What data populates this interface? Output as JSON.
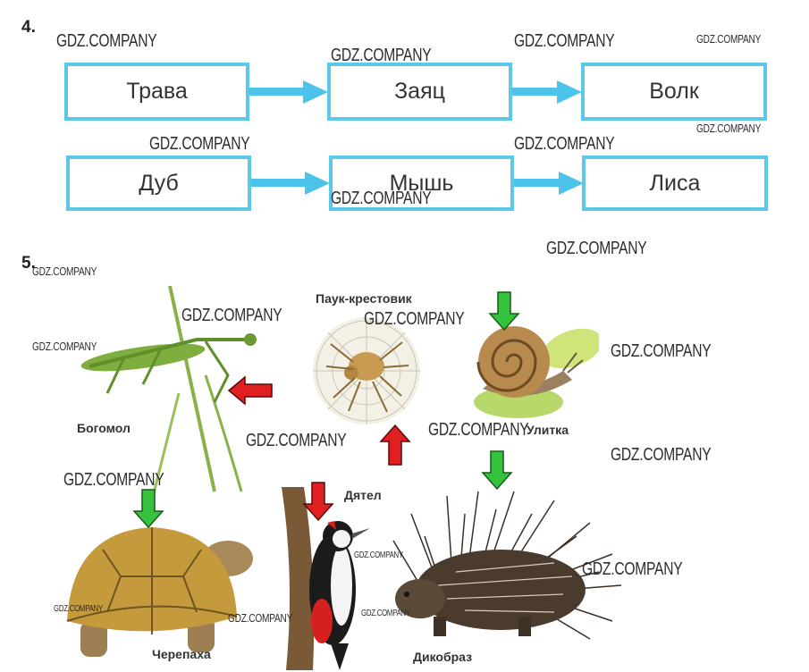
{
  "task4": {
    "number": "4.",
    "chain1": [
      "Трава",
      "Заяц",
      "Волк"
    ],
    "chain2": [
      "Дуб",
      "Мышь",
      "Лиса"
    ]
  },
  "task5": {
    "number": "5.",
    "labels": {
      "mantis": "Богомол",
      "spider": "Паук-крестовик",
      "snail": "Улитка",
      "woodpecker": "Дятел",
      "turtle": "Черепаха",
      "porcupine": "Дикобраз"
    }
  },
  "watermark": "GDZ.COMPANY",
  "colors": {
    "box_border": "#5cc7e6",
    "arrow_blue": "#4cc3ea",
    "arrow_red": "#e02020",
    "arrow_green": "#35c23c"
  }
}
